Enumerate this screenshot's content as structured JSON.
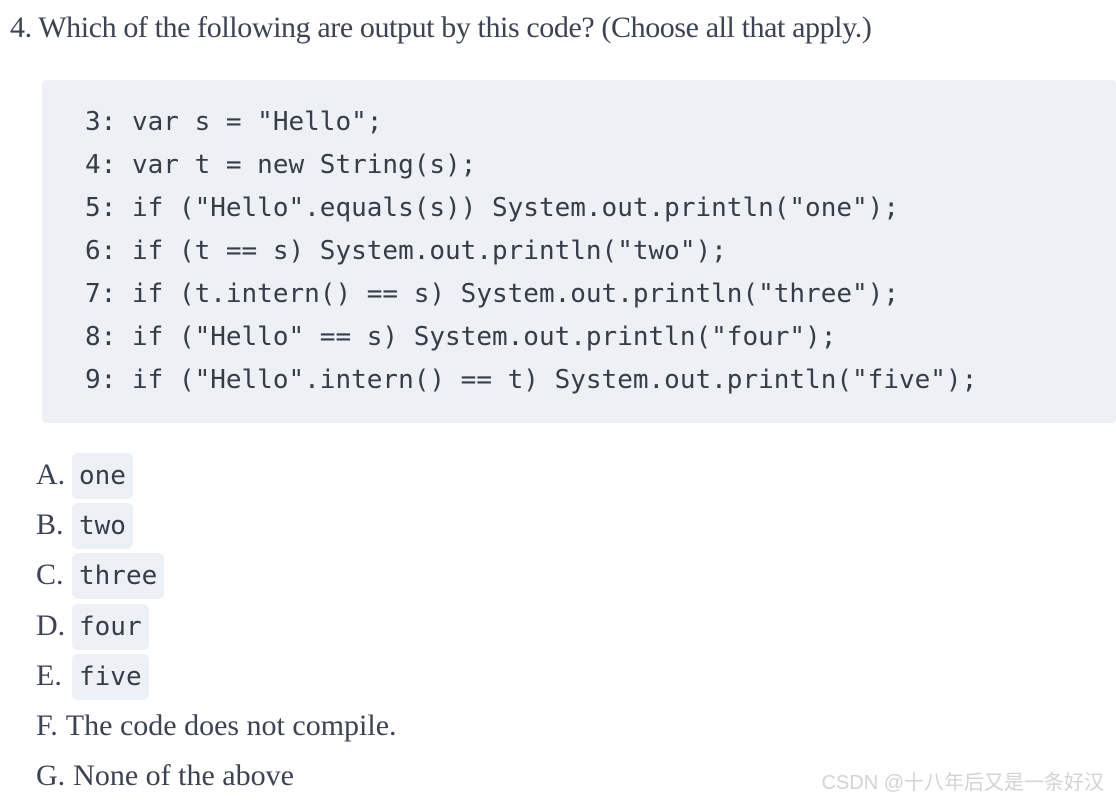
{
  "question": {
    "title": "4. Which of the following are output by this code? (Choose all that apply.)"
  },
  "code_block": {
    "lines": [
      "3: var s = \"Hello\";",
      "4: var t = new String(s);",
      "5: if (\"Hello\".equals(s)) System.out.println(\"one\");",
      "6: if (t == s) System.out.println(\"two\");",
      "7: if (t.intern() == s) System.out.println(\"three\");",
      "8: if (\"Hello\" == s) System.out.println(\"four\");",
      "9: if (\"Hello\".intern() == t) System.out.println(\"five\");"
    ]
  },
  "options": [
    {
      "label": "A.",
      "text": "one",
      "code": true
    },
    {
      "label": "B.",
      "text": "two",
      "code": true
    },
    {
      "label": "C.",
      "text": "three",
      "code": true
    },
    {
      "label": "D.",
      "text": "four",
      "code": true
    },
    {
      "label": "E.",
      "text": "five",
      "code": true
    },
    {
      "label": "F.",
      "text": "The code does not compile.",
      "code": false
    },
    {
      "label": "G.",
      "text": "None of the above",
      "code": false
    }
  ],
  "watermark": {
    "text": "CSDN @十八年后又是一条好汉"
  },
  "colors": {
    "page_background": "#ffffff",
    "text": "#3c4353",
    "code_text": "#363d49",
    "code_background": "#edf0f4",
    "watermark_text": "#d3d3d3"
  }
}
